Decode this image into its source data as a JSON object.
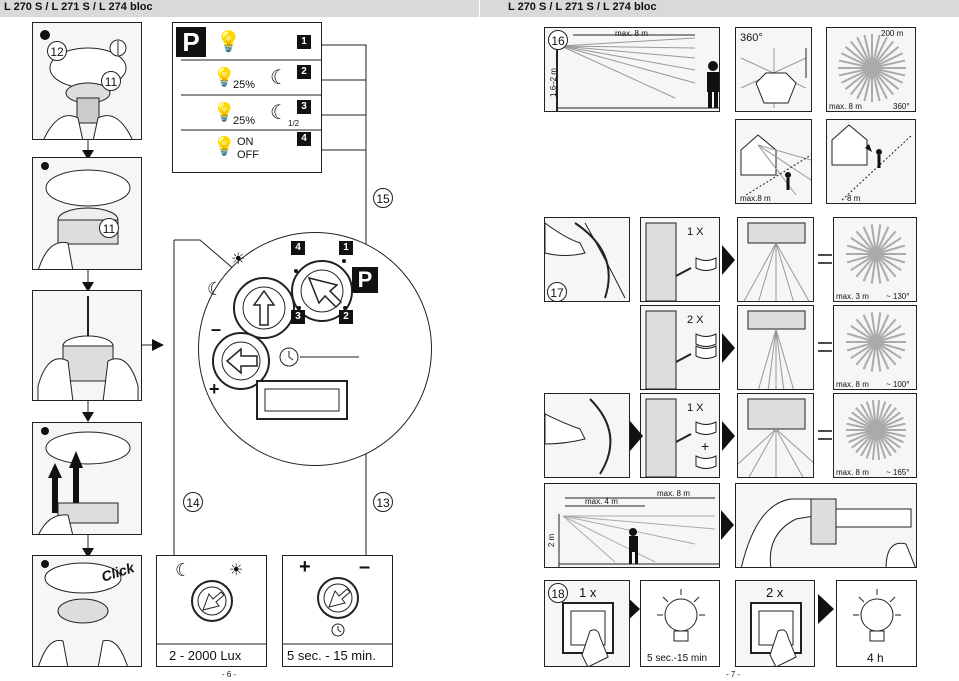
{
  "header": {
    "left_title": "L 270 S / L 271 S / L 274 bloc",
    "right_title": "L 270 S / L 271 S / L 274 bloc"
  },
  "page_numbers": {
    "left": "- 6 -",
    "right": "- 7 -"
  },
  "steps": {
    "s11": "11",
    "s12": "12",
    "s13": "13",
    "s14": "14",
    "s15": "15",
    "s16": "16",
    "s17": "17",
    "s18": "18"
  },
  "click_label": "Click",
  "modes": {
    "p_letter": "P",
    "m1": "1",
    "m2": "2",
    "m3": "3",
    "m4": "4",
    "pct1": "25%",
    "pct2": "25%",
    "half": "1/2",
    "on": "ON",
    "off": "OFF"
  },
  "dial": {
    "n4": "4",
    "n1": "1",
    "n3": "3",
    "n2": "2",
    "p": "P",
    "minus": "–",
    "plus": "+"
  },
  "lux_box": {
    "label": "2 - 2000 Lux"
  },
  "time_box": {
    "label": "5 sec. - 15 min.",
    "plus": "+",
    "minus": "–"
  },
  "range": {
    "max8": "max. 8 m",
    "height": "1,6–2 m",
    "deg360": "360°",
    "m200": "200 m",
    "max8b": "max. 8 m",
    "deg360b": "360°",
    "max8c": "max.8 m",
    "m8": "8 m"
  },
  "adjust": {
    "r1_times": "1 X",
    "r1_range": "max. 3 m",
    "r1_angle": "~ 130°",
    "r2_times": "2 X",
    "r2_range": "max. 8 m",
    "r2_angle": "~ 100°",
    "r3_times": "1 X",
    "r3_plus": "+",
    "r3_range": "max. 8 m",
    "r3_angle": "~ 165°",
    "ts_max8": "max. 8 m",
    "ts_max4": "max. 4 m",
    "ts_2m": "2 m"
  },
  "bottom": {
    "x1": "1 x",
    "x2": "2 x",
    "dur1": "5 sec.-15 min",
    "dur2": "4 h"
  }
}
